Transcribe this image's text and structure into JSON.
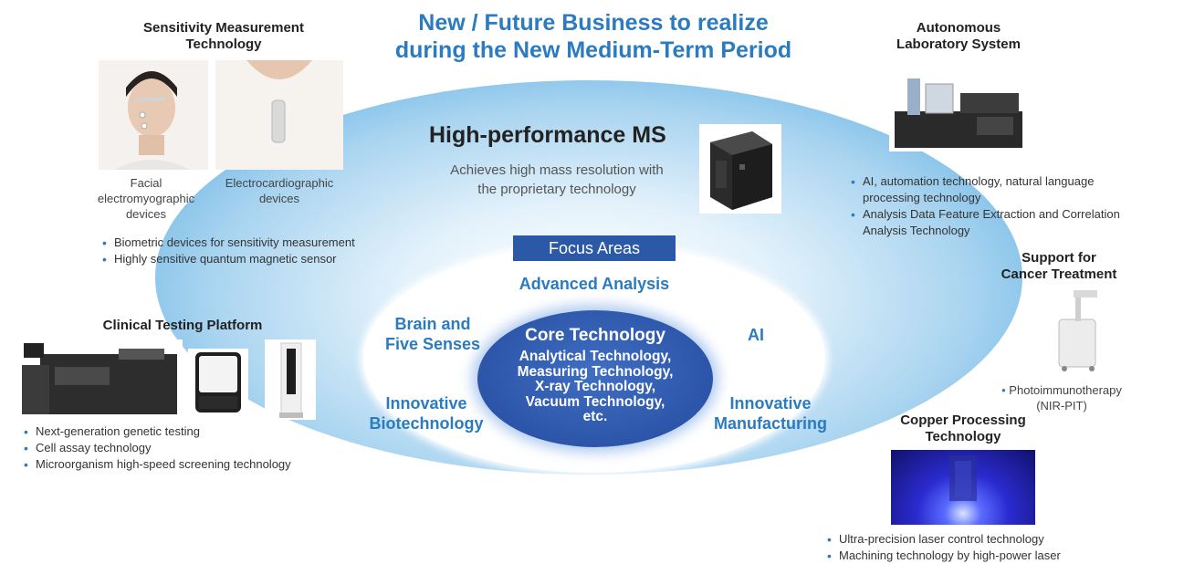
{
  "header": {
    "title_line1": "New / Future Business to realize",
    "title_line2": "during the New Medium-Term  Period"
  },
  "sensitivity": {
    "title_line1": "Sensitivity Measurement",
    "title_line2": "Technology",
    "caption_facial_1": "Facial",
    "caption_facial_2": "electromyographic",
    "caption_facial_3": "devices",
    "caption_ecg_1": "Electrocardiographic",
    "caption_ecg_2": "devices",
    "bullets": [
      "Biometric devices for sensitivity measurement",
      "Highly sensitive quantum magnetic sensor"
    ]
  },
  "high_performance_ms": {
    "title": "High-performance MS",
    "desc_line1": "Achieves high mass resolution with",
    "desc_line2": "the proprietary technology"
  },
  "focus": {
    "badge": "Focus Areas",
    "advanced_analysis": "Advanced Analysis",
    "brain_line1": "Brain and",
    "brain_line2": "Five Senses",
    "ai": "AI",
    "biotech_line1": "Innovative",
    "biotech_line2": "Biotechnology",
    "manufacturing_line1": "Innovative",
    "manufacturing_line2": "Manufacturing"
  },
  "core": {
    "title": "Core Technology",
    "items": [
      "Analytical Technology,",
      "Measuring Technology,",
      "X-ray Technology,",
      "Vacuum Technology,",
      "etc."
    ]
  },
  "clinical": {
    "title": "Clinical Testing Platform",
    "bullets": [
      "Next-generation genetic testing",
      "Cell assay technology",
      "Microorganism high-speed screening technology"
    ]
  },
  "autonomous": {
    "title_line1": "Autonomous",
    "title_line2": "Laboratory System",
    "bullet1_line1": "AI, automation technology, natural language",
    "bullet1_line2": "processing technology",
    "bullet2_line1": "Analysis Data Feature Extraction and Correlation",
    "bullet2_line2": "Analysis Technology"
  },
  "cancer": {
    "title_line1": "Support for",
    "title_line2": "Cancer Treatment",
    "bullet_line1": "Photoimmunotherapy",
    "bullet_line2": "(NIR-PIT)"
  },
  "copper": {
    "title_line1": "Copper Processing",
    "title_line2": "Technology",
    "bullets": [
      "Ultra-precision laser control technology",
      "Machining technology by high-power laser"
    ]
  },
  "colors": {
    "title_blue": "#2a7bbf",
    "badge_blue": "#2c58a8",
    "core_blue": "#2c55a9",
    "ring_blue": "#5aaae0"
  }
}
